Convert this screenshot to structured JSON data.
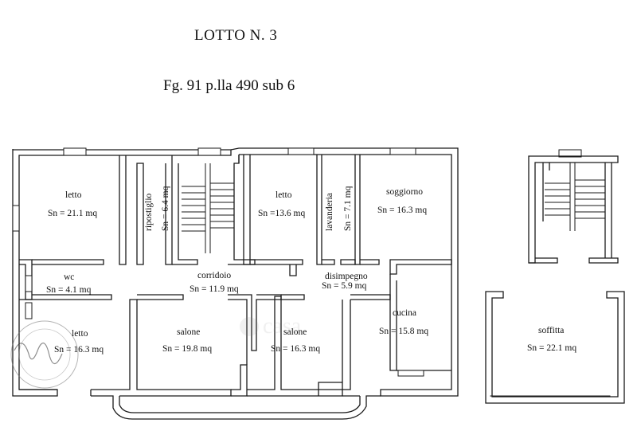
{
  "header": {
    "title": "LOTTO N. 3",
    "subtitle": "Fg. 91 p.lla 490 sub 6"
  },
  "rooms": [
    {
      "name": "letto",
      "area": "Sn = 21.1 mq"
    },
    {
      "name": "ripostiglio",
      "area": "Sn = 6.4 mq"
    },
    {
      "name": "letto",
      "area": "Sn =13.6 mq"
    },
    {
      "name": "lavanderia",
      "area": "Sn = 7.1 mq"
    },
    {
      "name": "soggiorno",
      "area": "Sn = 16.3 mq"
    },
    {
      "name": "wc",
      "area": "Sn = 4.1 mq"
    },
    {
      "name": "corridoio",
      "area": "Sn = 11.9 mq"
    },
    {
      "name": "disimpegno",
      "area": "Sn = 5.9 mq"
    },
    {
      "name": "letto",
      "area": "Sn = 16.3 mq"
    },
    {
      "name": "salone",
      "area": "Sn = 19.8 mq"
    },
    {
      "name": "salone",
      "area": "Sn = 16.3 mq"
    },
    {
      "name": "cucina",
      "area": "Sn = 15.8 mq"
    },
    {
      "name": "soffitta",
      "area": "Sn = 22.1 mq"
    }
  ],
  "watermark": "casa"
}
